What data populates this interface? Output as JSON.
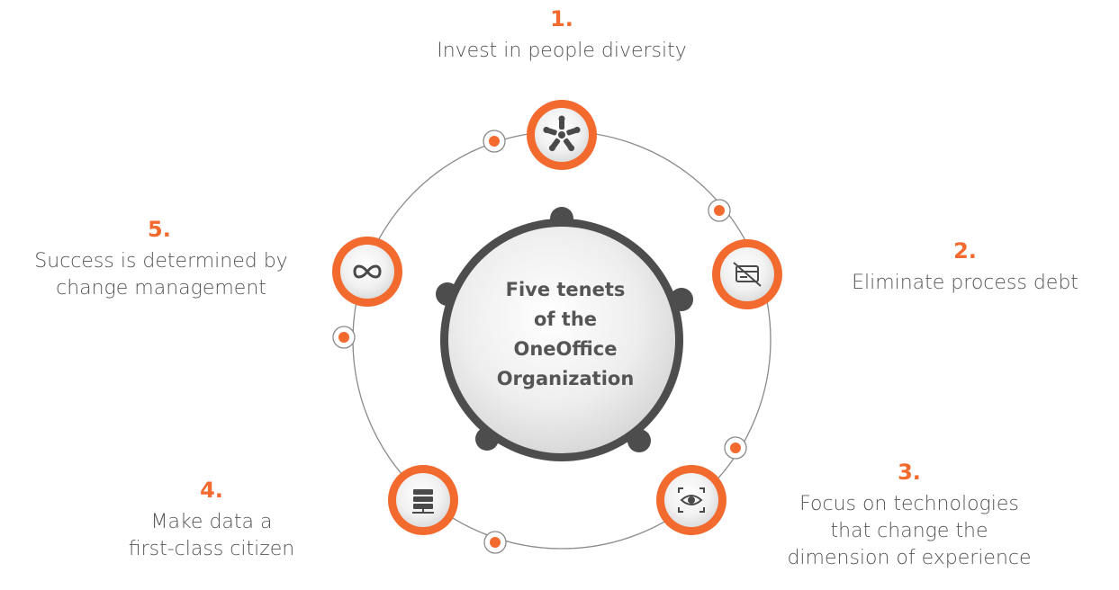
{
  "center": {
    "lines": [
      "Five tenets",
      "of the",
      "OneOffice",
      "Organization"
    ]
  },
  "tenets": [
    {
      "number": "1.",
      "lines": [
        "Invest in people diversity"
      ],
      "icon": "hands-circle-icon"
    },
    {
      "number": "2.",
      "lines": [
        "Eliminate process debt"
      ],
      "icon": "card-crossed-icon"
    },
    {
      "number": "3.",
      "lines": [
        "Focus on technologies",
        "that change the",
        "dimension of experience"
      ],
      "icon": "eye-scan-icon"
    },
    {
      "number": "4.",
      "lines": [
        "Make data a",
        "first-class citizen"
      ],
      "icon": "server-stack-icon"
    },
    {
      "number": "5.",
      "lines": [
        "Success is determined by",
        "change management"
      ],
      "icon": "infinity-icon"
    }
  ],
  "colors": {
    "accent": "#f26a2e",
    "text": "#555555",
    "ring": "#4d4d4d",
    "connector": "#8a8a8a"
  }
}
